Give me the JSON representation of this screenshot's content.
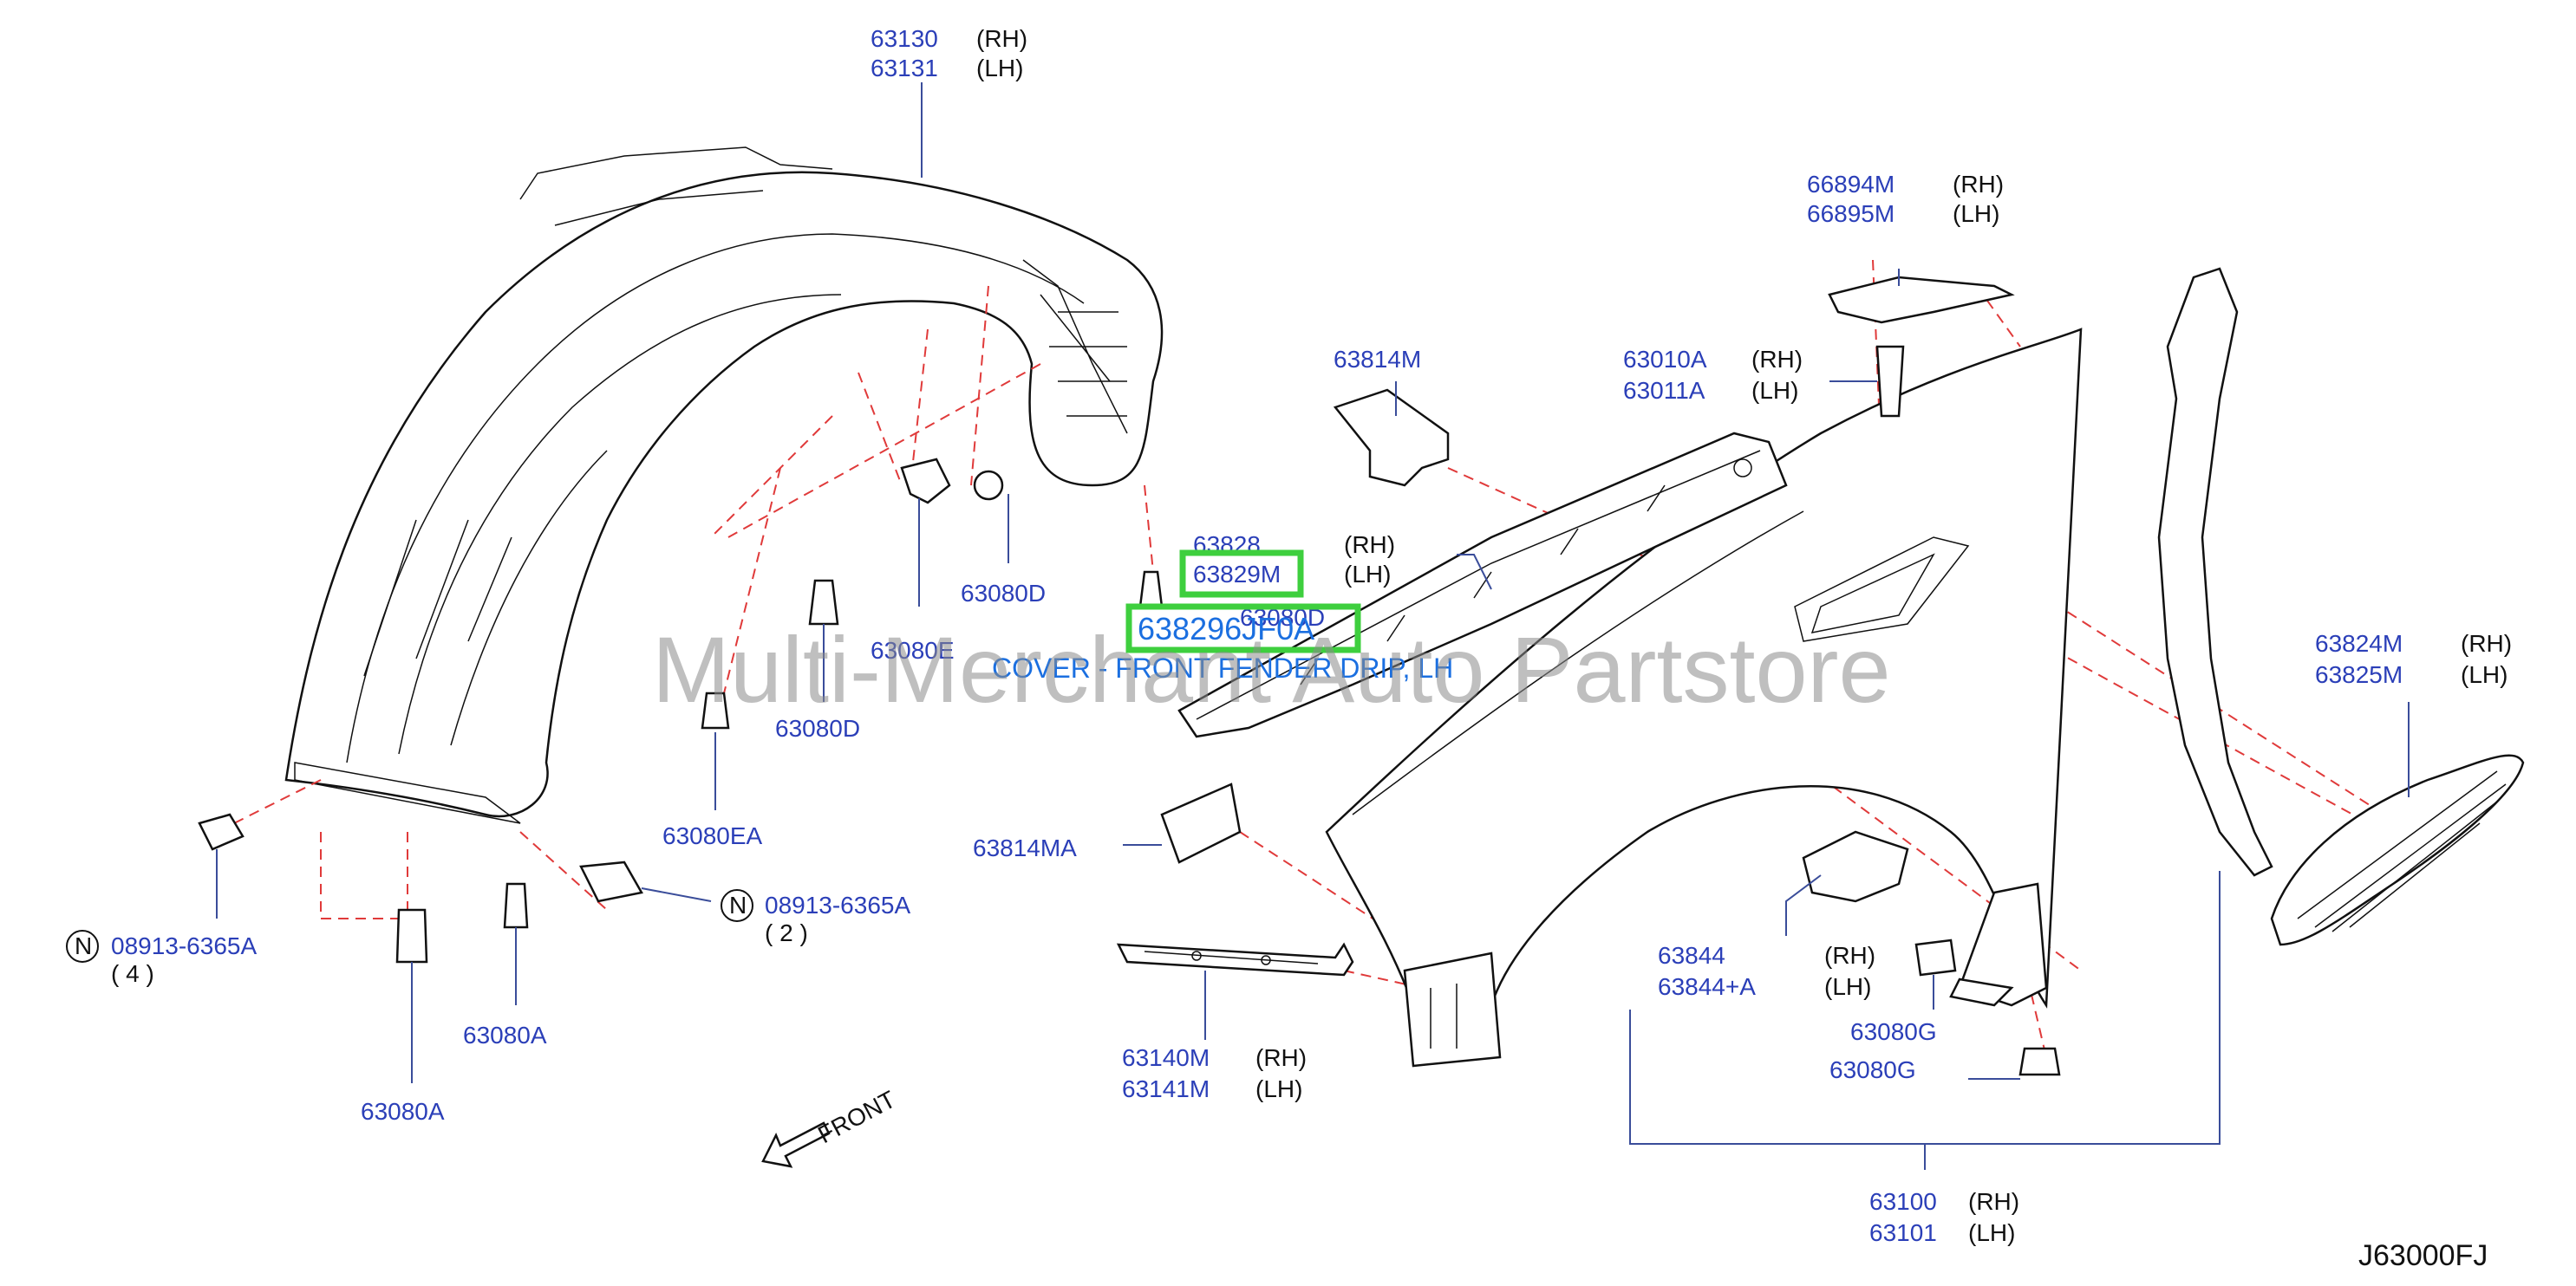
{
  "watermark": "Multi-Merchant Auto Partstore",
  "diagram_id": "J63000FJ",
  "selected": {
    "part_number": "638296JF0A",
    "caption": "COVER - FRONT FENDER DRIP, LH",
    "highlight_color": "#3ecf3e"
  },
  "callouts": {
    "liner_rh": "63130",
    "liner_lh": "63131",
    "clip_63080D_a": "63080D",
    "clip_63080E": "63080E",
    "clip_63080D_b": "63080D",
    "clip_63080EA": "63080EA",
    "clip_63080A_a": "63080A",
    "clip_63080A_b": "63080A",
    "nut_left": "08913-6365A",
    "nut_left_qty": "( 4 )",
    "nut_right": "08913-6365A",
    "nut_right_qty": "( 2 )",
    "front": "FRONT",
    "drip_rh": "63828",
    "drip_lh": "63829M",
    "clip_63080D_c": "63080D",
    "seal_63814M": "63814M",
    "seal_63814MA": "63814MA",
    "bolt_rh": "63010A",
    "bolt_lh": "63011A",
    "molding_rh": "66894M",
    "molding_lh": "66895M",
    "bracket_rh": "63140M",
    "bracket_lh": "63141M",
    "protector_rh": "63844",
    "protector_lh": "63844+A",
    "clip_63080G_a": "63080G",
    "clip_63080G_b": "63080G",
    "grille_rh": "63824M",
    "grille_lh": "63825M",
    "fender_rh": "63100",
    "fender_lh": "63101"
  },
  "side_labels": {
    "rh": "(RH)",
    "lh": "(LH)",
    "n": "N"
  },
  "colors": {
    "label": "#2b3fb8",
    "leader": "#3a4d9a",
    "dashed": "#e03a3a",
    "caption": "#1b6fe0"
  }
}
